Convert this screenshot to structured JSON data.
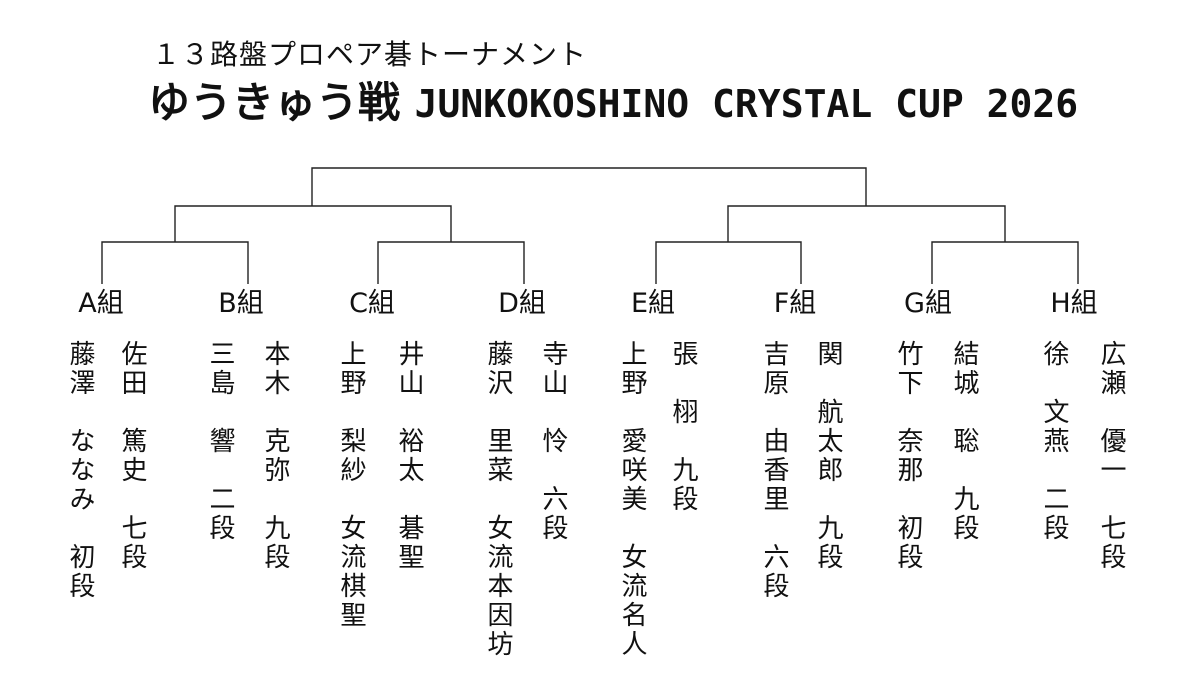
{
  "header": {
    "subtitle": "１３路盤プロペア碁トーナメント",
    "title_jp": "ゆうきゅう戦",
    "title_en": "JUNKOKOSHINO CRYSTAL CUP 2026"
  },
  "groups": [
    {
      "label": "A組",
      "left": {
        "surname": "藤澤",
        "given": "ななみ",
        "rank": "初段"
      },
      "right": {
        "surname": "佐田",
        "given": "篤史",
        "rank": "七段"
      }
    },
    {
      "label": "B組",
      "left": {
        "surname": "三島",
        "given": "響",
        "rank": "二段"
      },
      "right": {
        "surname": "本木",
        "given": "克弥",
        "rank": "九段"
      }
    },
    {
      "label": "C組",
      "left": {
        "surname": "上野",
        "given": "梨紗",
        "rank": "女流棋聖"
      },
      "right": {
        "surname": "井山",
        "given": "裕太",
        "rank": "碁聖"
      }
    },
    {
      "label": "D組",
      "left": {
        "surname": "藤沢",
        "given": "里菜",
        "rank": "女流本因坊"
      },
      "right": {
        "surname": "寺山",
        "given": "怜",
        "rank": "六段"
      }
    },
    {
      "label": "E組",
      "left": {
        "surname": "上野",
        "given": "愛咲美",
        "rank": "女流名人"
      },
      "right": {
        "surname": "張",
        "given": "栩",
        "rank": "九段"
      }
    },
    {
      "label": "F組",
      "left": {
        "surname": "吉原",
        "given": "由香里",
        "rank": "六段"
      },
      "right": {
        "surname": "関",
        "given": "航太郎",
        "rank": "九段"
      }
    },
    {
      "label": "G組",
      "left": {
        "surname": "竹下",
        "given": "奈那",
        "rank": "初段"
      },
      "right": {
        "surname": "結城",
        "given": "聡",
        "rank": "九段"
      }
    },
    {
      "label": "H組",
      "left": {
        "surname": "徐",
        "given": "文燕",
        "rank": "二段"
      },
      "right": {
        "surname": "広瀬",
        "given": "優一",
        "rank": "七段"
      }
    }
  ]
}
